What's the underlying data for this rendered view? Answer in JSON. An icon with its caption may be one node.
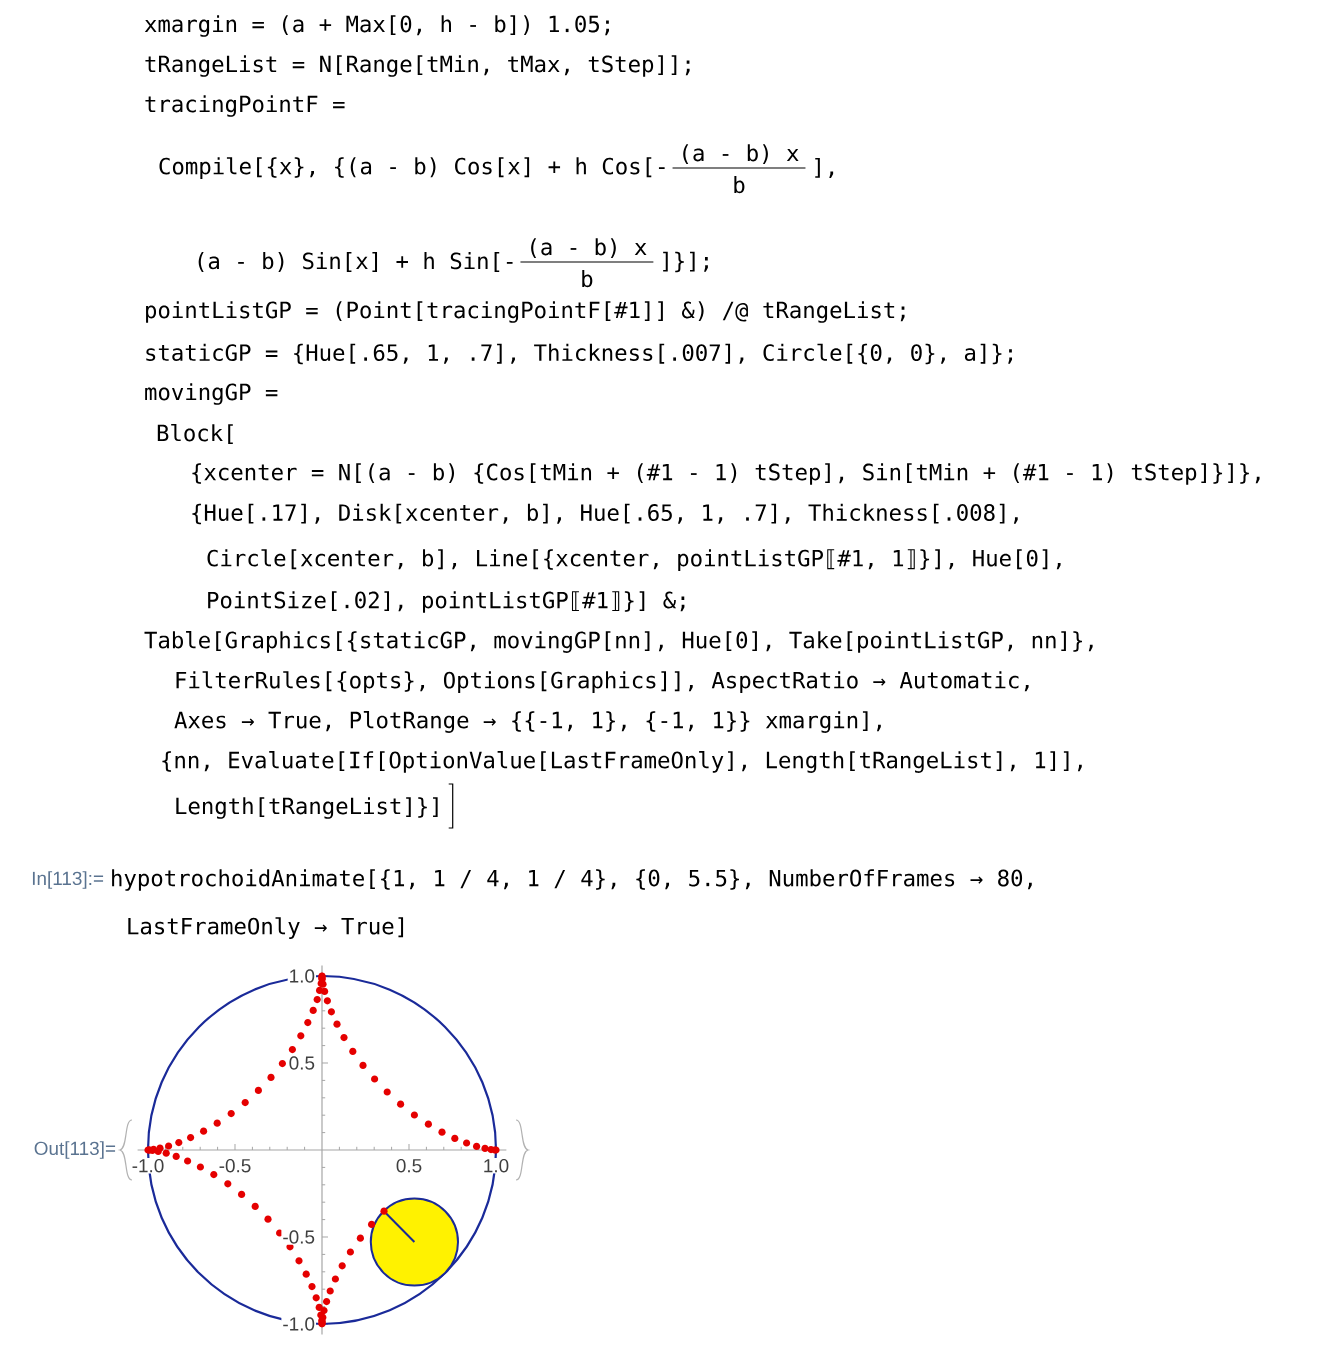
{
  "diagram": {
    "labels": [
      "xmargin = (a + Max[0, h - b]) 1.05;",
      "tRangeList = N[Range[tMin, tMax, tStep]];",
      "tracingPointF =",
      "Compile[{x}, {(a - b) Cos[x] + h Cos[-",
      "(a - b) x",
      "b",
      "],",
      "(a - b) Sin[x] + h Sin[-",
      "(a - b) x",
      "b",
      "]}];",
      "pointListGP = (Point[tracingPointF[#1]] &) /@ tRangeList;",
      "staticGP = {Hue[.65, 1, .7], Thickness[.007], Circle[{0, 0}, a]};",
      "movingGP =",
      "Block[",
      "{xcenter = N[(a - b) {Cos[tMin + (#1 - 1) tStep], Sin[tMin + (#1 - 1) tStep]}]},",
      "{Hue[.17], Disk[xcenter, b], Hue[.65, 1, .7], Thickness[.008],",
      "Circle[xcenter, b], Line[{xcenter, pointListGP⟦#1, 1⟧}], Hue[0],",
      "PointSize[.02], pointListGP⟦#1⟧}] &;",
      "Table[Graphics[{staticGP, movingGP[nn], Hue[0], Take[pointListGP, nn]},",
      "FilterRules[{opts}, Options[Graphics]], AspectRatio → Automatic,",
      "Axes → True, PlotRange → {{-1, 1}, {-1, 1}} xmargin],",
      "{nn, Evaluate[If[OptionValue[LastFrameOnly], Length[tRangeList], 1]],",
      "Length[tRangeList]}]",
      "In[113]:=",
      "hypotrochoidAnimate[{1, 1 / 4, 1 / 4}, {0, 5.5}, NumberOfFrames → 80,",
      "LastFrameOnly → True]",
      "Out[113]=",
      "1.0",
      "0.5",
      "-1.0",
      "-0.5",
      "0.5",
      "1.0",
      "-0.5",
      "-1.0"
    ]
  }
}
